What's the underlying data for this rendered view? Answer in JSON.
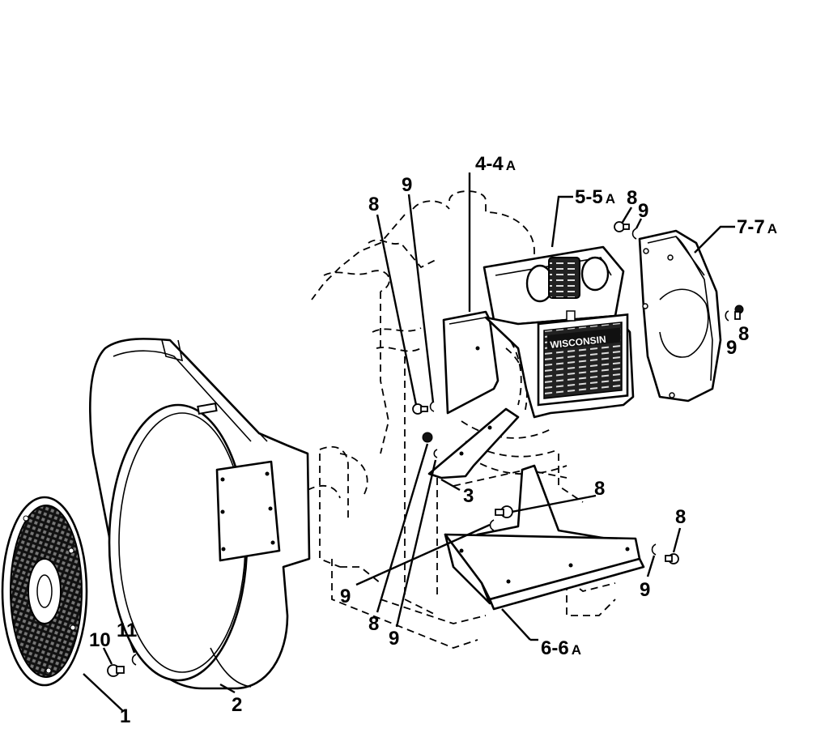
{
  "diagram": {
    "callouts": {
      "screen": "1",
      "blower_housing": "2",
      "bracket": "3",
      "side_shroud_main": "4-4",
      "side_shroud_sub": "A",
      "cylinder_head_shroud_main": "5-5",
      "cylinder_head_shroud_sub": "A",
      "base_shroud_main": "6-6",
      "base_shroud_sub": "A",
      "end_shroud_main": "7-7",
      "end_shroud_sub": "A",
      "screw": "8",
      "lock_washer": "9",
      "screen_screw": "10",
      "screen_washer": "11"
    },
    "nameplate": {
      "brand": "WISCONSIN"
    }
  }
}
